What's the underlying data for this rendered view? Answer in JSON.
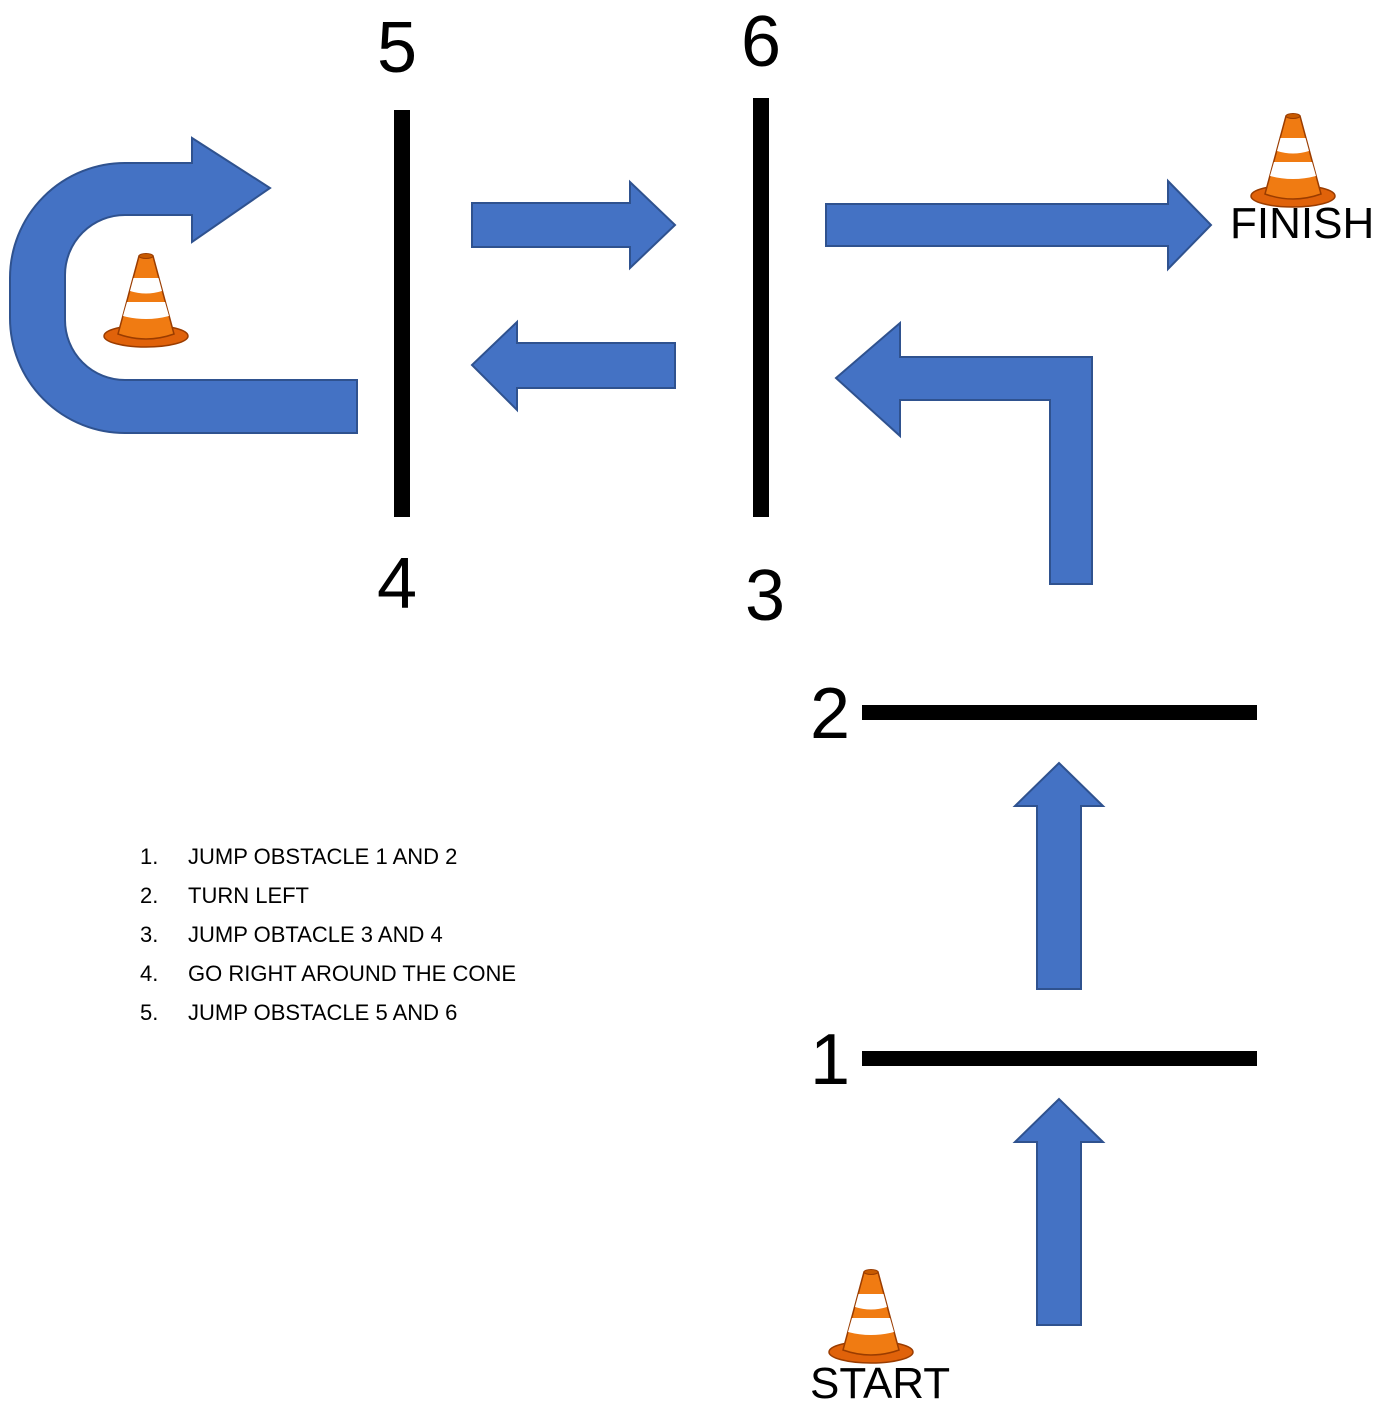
{
  "obstacles": [
    {
      "number": "1"
    },
    {
      "number": "2"
    },
    {
      "number": "3"
    },
    {
      "number": "4"
    },
    {
      "number": "5"
    },
    {
      "number": "6"
    }
  ],
  "start_label": "START",
  "finish_label": "FINISH",
  "steps": [
    {
      "n": "1.",
      "text": "JUMP OBSTACLE 1 AND 2"
    },
    {
      "n": "2.",
      "text": "TURN LEFT"
    },
    {
      "n": "3.",
      "text": "JUMP OBTACLE 3 AND 4"
    },
    {
      "n": "4.",
      "text": "GO RIGHT AROUND THE CONE"
    },
    {
      "n": "5.",
      "text": "JUMP OBSTACLE 5 AND 6"
    }
  ],
  "colors": {
    "arrow_fill": "#4472C4",
    "arrow_stroke": "#2F528F",
    "bar": "#000000",
    "cone_orange": "#F07B12",
    "cone_white": "#FFFFFF"
  },
  "icons": [
    "traffic-cone-icon",
    "arrow-icon"
  ]
}
